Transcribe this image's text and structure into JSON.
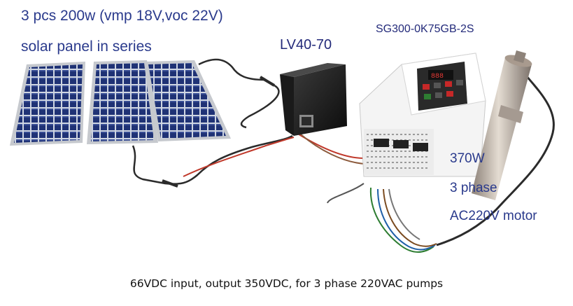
{
  "panels": {
    "heading": "3 pcs 200w (vmp 18V,voc 22V)",
    "subheading": "solar panel in series"
  },
  "controller": {
    "model": "LV40-70"
  },
  "inverter": {
    "model": "SG300-0K75GB-2S"
  },
  "motor": {
    "power": "370W",
    "phase": "3 phase",
    "type": "AC220V motor"
  },
  "caption": "66VDC input, output 350VDC, for 3 phase 220VAC pumps",
  "colors": {
    "label_text": "#2a3a8c",
    "panel_cell": "#1c2e6b",
    "panel_frame": "#c9ccd1",
    "wire_red": "#c0392b",
    "cable_dark": "#2b2b2b"
  }
}
